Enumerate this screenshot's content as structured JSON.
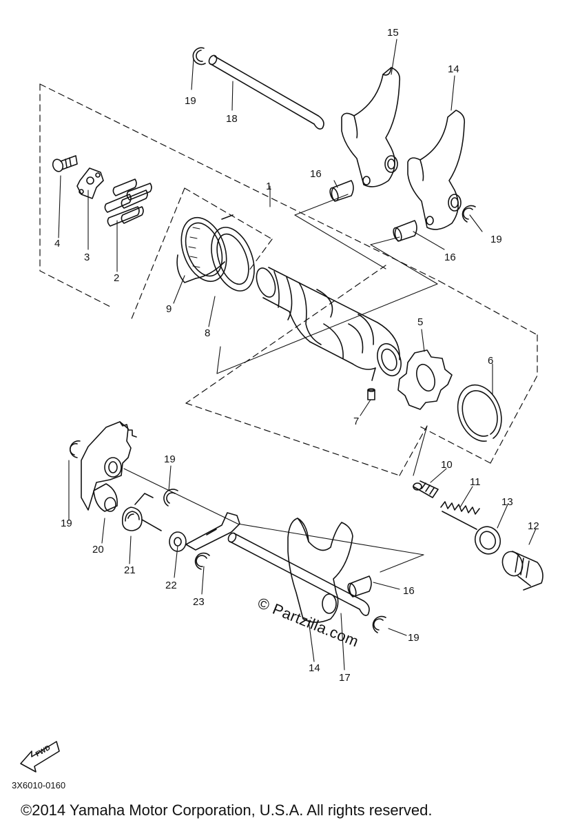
{
  "callouts": [
    {
      "id": "c1",
      "text": "1"
    },
    {
      "id": "c2",
      "text": "2"
    },
    {
      "id": "c3",
      "text": "3"
    },
    {
      "id": "c4",
      "text": "4"
    },
    {
      "id": "c5",
      "text": "5"
    },
    {
      "id": "c6",
      "text": "6"
    },
    {
      "id": "c7",
      "text": "7"
    },
    {
      "id": "c8",
      "text": "8"
    },
    {
      "id": "c9",
      "text": "9"
    },
    {
      "id": "c10",
      "text": "10"
    },
    {
      "id": "c11",
      "text": "11"
    },
    {
      "id": "c12",
      "text": "12"
    },
    {
      "id": "c13",
      "text": "13"
    },
    {
      "id": "c14a",
      "text": "14"
    },
    {
      "id": "c14b",
      "text": "14"
    },
    {
      "id": "c15",
      "text": "15"
    },
    {
      "id": "c16a",
      "text": "16"
    },
    {
      "id": "c16b",
      "text": "16"
    },
    {
      "id": "c16c",
      "text": "16"
    },
    {
      "id": "c17",
      "text": "17"
    },
    {
      "id": "c18",
      "text": "18"
    },
    {
      "id": "c19a",
      "text": "19"
    },
    {
      "id": "c19b",
      "text": "19"
    },
    {
      "id": "c19c",
      "text": "19"
    },
    {
      "id": "c19d",
      "text": "19"
    },
    {
      "id": "c19e",
      "text": "19"
    },
    {
      "id": "c20",
      "text": "20"
    },
    {
      "id": "c21",
      "text": "21"
    },
    {
      "id": "c22",
      "text": "22"
    },
    {
      "id": "c23",
      "text": "23"
    }
  ],
  "watermark": "© Partzilla.com",
  "fwd_label": "FWD",
  "part_code": "3X6010-0160",
  "copyright": "©2014 Yamaha Motor Corporation, U.S.A. All rights reserved."
}
